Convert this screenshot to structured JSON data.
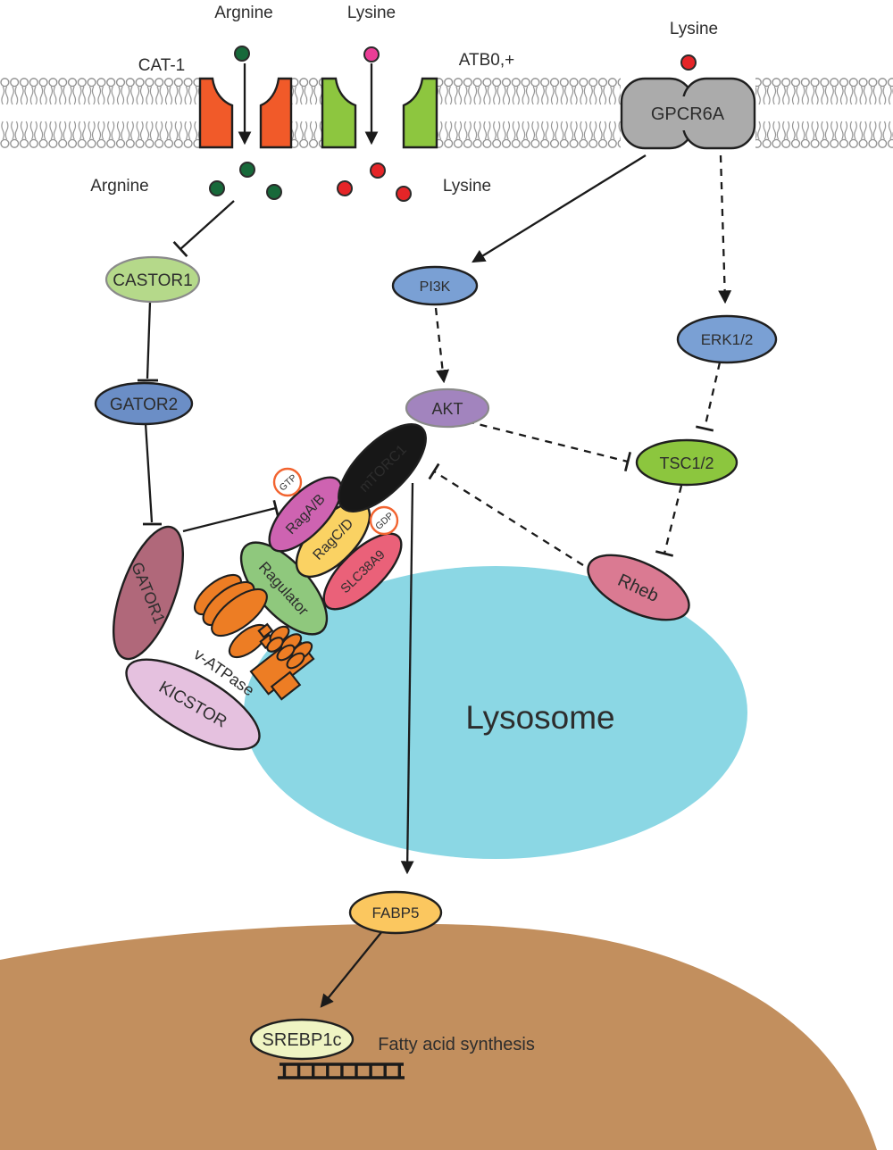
{
  "membrane": {
    "cat1_label": "CAT-1",
    "atb0_label": "ATB0,+",
    "gpcr6a_label": "GPCR6A",
    "arginine_top_label": "Argnine",
    "lysine_top_label": "Lysine",
    "lysine_gpcr_label": "Lysine",
    "arginine_cytoplasm_label": "Argnine",
    "lysine_cytoplasm_label": "Lysine"
  },
  "nodes": {
    "castor1": "CASTOR1",
    "gator2": "GATOR2",
    "pi3k": "PI3K",
    "erk12": "ERK1/2",
    "akt": "AKT",
    "tsc12": "TSC1/2",
    "gator1": "GATOR1",
    "kicstor": "KICSTOR",
    "v_atpase": "v-ATPase",
    "ragulator": "Ragulator",
    "rag_ab": "RagA/B",
    "rag_cd": "RagC/D",
    "slc38a9": "SLC38A9",
    "mtorc1": "mTORC1",
    "rheb": "Rheb"
  },
  "badges": {
    "gtp": "GTP",
    "gdp": "GDP"
  },
  "organelles": {
    "lysosome_label": "Lysosome"
  },
  "nucleus_section": {
    "fabp5": "FABP5",
    "srebp1c": "SREBP1c",
    "fatty_acid_synthesis": "Fatty acid synthesis"
  },
  "colors": {
    "membrane": "#8A8A8A",
    "cat1": "#F15A29",
    "atb0": "#8DC63F",
    "gpcr6a": "#ABABAB",
    "castor1": "#B5D98A",
    "gator2": "#6B8EC6",
    "pi3k": "#7AA0D4",
    "erk12": "#7AA0D4",
    "akt": "#A284BE",
    "tsc12": "#8CC63E",
    "gator1": "#B0687A",
    "kicstor": "#E5C1DF",
    "ragulator": "#8FC87D",
    "rag_ab": "#CE63B1",
    "rag_cd": "#FAD263",
    "slc38a9": "#EA6179",
    "mtorc1": "#171717",
    "rheb": "#DA7A92",
    "lysosome": "#8BD7E4",
    "v_atpase": "#ED7D24",
    "fabp5": "#FBC75F",
    "srebp1c": "#EFF4C3",
    "nucleus": "#C28F5E",
    "nucleotide_ring": "#F26430",
    "arginine_dot": "#17693A",
    "lysine_dot": "#E52528",
    "lysine_dot_magenta": "#EB3D96"
  }
}
